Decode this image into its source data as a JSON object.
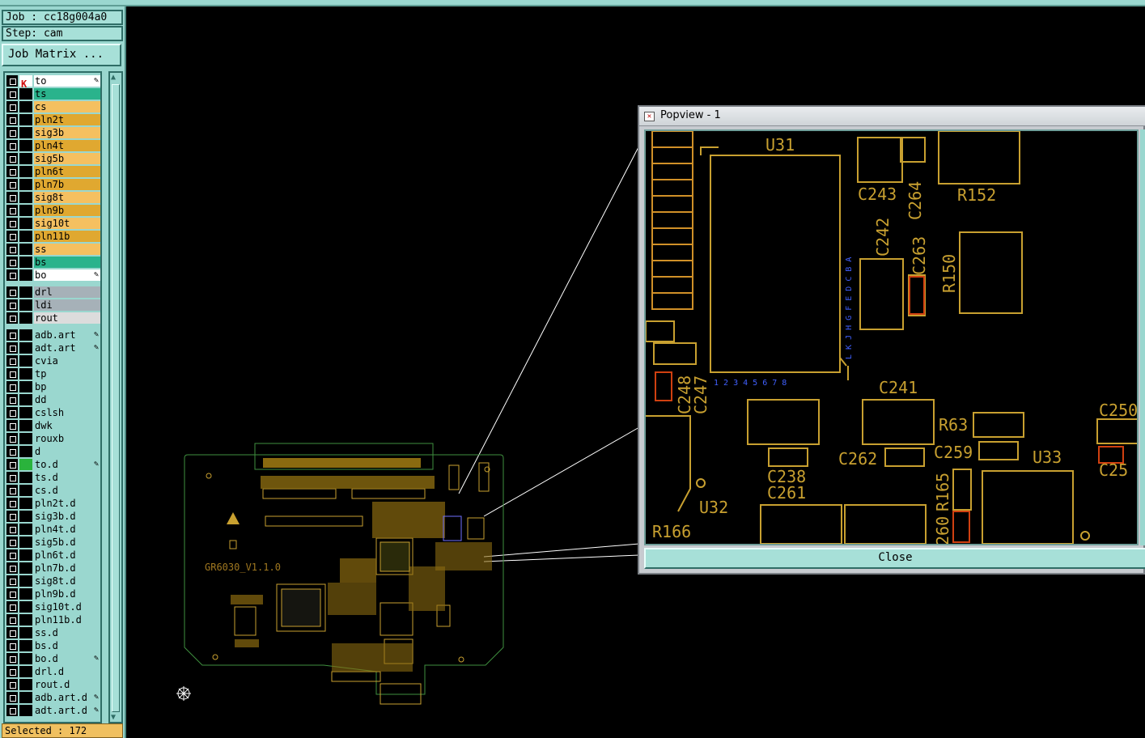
{
  "job": {
    "label": "Job : cc18g004a0",
    "step": "Step: cam",
    "matrix_button": "Job Matrix ..."
  },
  "layers": [
    {
      "name": "to",
      "color": "#ffffff",
      "pen": true,
      "header": true
    },
    {
      "name": "ts",
      "color": "#2ab38c"
    },
    {
      "name": "cs",
      "color": "#f5c060"
    },
    {
      "name": "pln2t",
      "color": "#e0a830"
    },
    {
      "name": "sig3b",
      "color": "#f5c060"
    },
    {
      "name": "pln4t",
      "color": "#e0a830"
    },
    {
      "name": "sig5b",
      "color": "#f5c060"
    },
    {
      "name": "pln6t",
      "color": "#e0a830"
    },
    {
      "name": "pln7b",
      "color": "#e0a830"
    },
    {
      "name": "sig8t",
      "color": "#f5c060"
    },
    {
      "name": "pln9b",
      "color": "#e0a830"
    },
    {
      "name": "sig10t",
      "color": "#f5c060"
    },
    {
      "name": "pln11b",
      "color": "#e0a830"
    },
    {
      "name": "ss",
      "color": "#f5c060"
    },
    {
      "name": "bs",
      "color": "#2ab38c"
    },
    {
      "name": "bo",
      "color": "#ffffff",
      "pen": true
    },
    {
      "name": "drl",
      "color": "#a6b1b8",
      "gap": true
    },
    {
      "name": "ldi",
      "color": "#a6b1b8"
    },
    {
      "name": "rout",
      "color": "#dcdcdc"
    },
    {
      "name": "adb.art",
      "color": "#9ad7cf",
      "pen": true,
      "gap": true
    },
    {
      "name": "adt.art",
      "color": "#9ad7cf",
      "pen": true
    },
    {
      "name": "cvia",
      "color": "#9ad7cf"
    },
    {
      "name": "tp",
      "color": "#9ad7cf"
    },
    {
      "name": "bp",
      "color": "#9ad7cf"
    },
    {
      "name": "dd",
      "color": "#9ad7cf"
    },
    {
      "name": "cslsh",
      "color": "#9ad7cf"
    },
    {
      "name": "dwk",
      "color": "#9ad7cf"
    },
    {
      "name": "rouxb",
      "color": "#9ad7cf"
    },
    {
      "name": "d",
      "color": "#9ad7cf"
    },
    {
      "name": "to.d",
      "color": "#9ad7cf",
      "pen": true,
      "green": true
    },
    {
      "name": "ts.d",
      "color": "#9ad7cf"
    },
    {
      "name": "cs.d",
      "color": "#9ad7cf"
    },
    {
      "name": "pln2t.d",
      "color": "#9ad7cf"
    },
    {
      "name": "sig3b.d",
      "color": "#9ad7cf"
    },
    {
      "name": "pln4t.d",
      "color": "#9ad7cf"
    },
    {
      "name": "sig5b.d",
      "color": "#9ad7cf"
    },
    {
      "name": "pln6t.d",
      "color": "#9ad7cf"
    },
    {
      "name": "pln7b.d",
      "color": "#9ad7cf"
    },
    {
      "name": "sig8t.d",
      "color": "#9ad7cf"
    },
    {
      "name": "pln9b.d",
      "color": "#9ad7cf"
    },
    {
      "name": "sig10t.d",
      "color": "#9ad7cf"
    },
    {
      "name": "pln11b.d",
      "color": "#9ad7cf"
    },
    {
      "name": "ss.d",
      "color": "#9ad7cf"
    },
    {
      "name": "bs.d",
      "color": "#9ad7cf"
    },
    {
      "name": "bo.d",
      "color": "#9ad7cf",
      "pen": true
    },
    {
      "name": "drl.d",
      "color": "#9ad7cf"
    },
    {
      "name": "rout.d",
      "color": "#9ad7cf"
    },
    {
      "name": "adb.art.d",
      "color": "#9ad7cf",
      "pen": true
    },
    {
      "name": "adt.art.d",
      "color": "#9ad7cf",
      "pen": true
    }
  ],
  "status": {
    "selected": "Selected : 172"
  },
  "board": {
    "label": "GR6030_V1.1.0"
  },
  "popup": {
    "title": "Popview - 1",
    "close_label": "Close",
    "refs": [
      "U31",
      "C243",
      "C264",
      "R152",
      "C242",
      "C263",
      "R150",
      "C248",
      "C247",
      "C241",
      "C250",
      "R63",
      "C259",
      "U33",
      "C262",
      "C238",
      "C261",
      "C25",
      "R165",
      "U32",
      "R166",
      "260"
    ],
    "pin_letters": "L K J H G F E D C B A",
    "pin_numbers": "1 2 3 4 5 6 7 8"
  },
  "colors": {
    "panel": "#9ad7cf",
    "silk": "#c8a030",
    "outline": "#3f8f3f",
    "pin_text": "#4060ff"
  }
}
